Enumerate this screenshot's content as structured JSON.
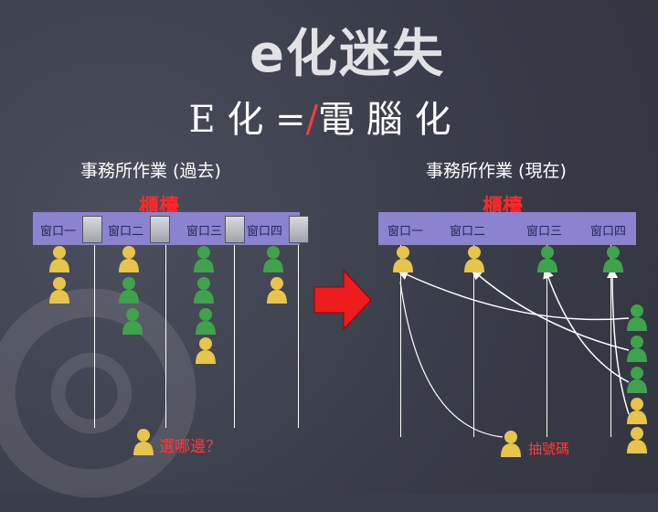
{
  "title": "e化迷失",
  "formula": {
    "left": "E 化 =",
    "strike": "/",
    "right": "電 腦 化"
  },
  "past": {
    "heading": "事務所作業 (過去)",
    "counter_label": "櫃檯",
    "windows": [
      "窗口一",
      "窗口二",
      "窗口三",
      "窗口四"
    ],
    "bottom_text": "選哪邊？"
  },
  "present": {
    "heading": "事務所作業 (現在)",
    "counter_label": "櫃檯",
    "windows": [
      "窗口一",
      "窗口二",
      "窗口三",
      "窗口四"
    ],
    "bottom_text": "抽號碼"
  },
  "colors": {
    "accent_red": "#ff2828",
    "band": "#8b83cf",
    "person_yellow": "#e8c44a",
    "person_green": "#3ea34a"
  }
}
